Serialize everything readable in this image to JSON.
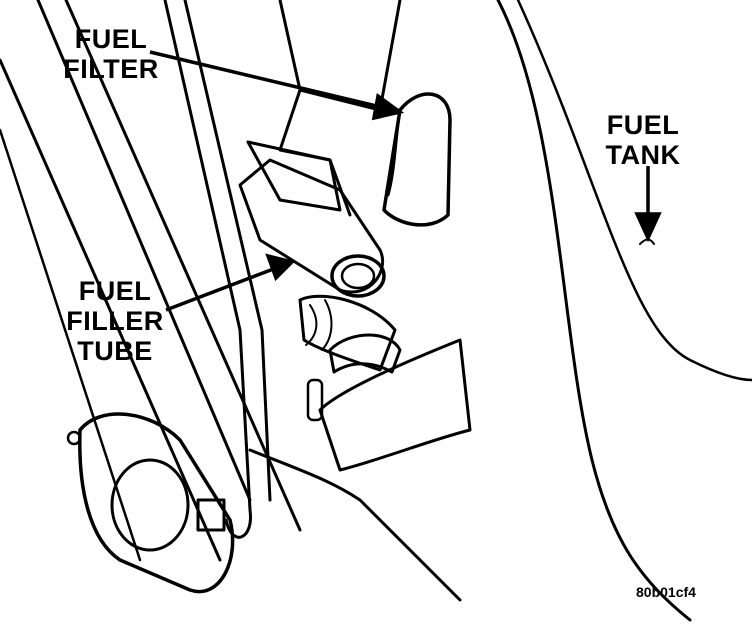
{
  "labels": {
    "fuel_filter": [
      "FUEL",
      "FILTER"
    ],
    "fuel_tank": [
      "FUEL",
      "TANK"
    ],
    "fuel_filler_tube": [
      "FUEL",
      "FILLER",
      "TUBE"
    ]
  },
  "figure_code": "80b01cf4",
  "colors": {
    "ink": "#000000",
    "paper": "#ffffff"
  }
}
